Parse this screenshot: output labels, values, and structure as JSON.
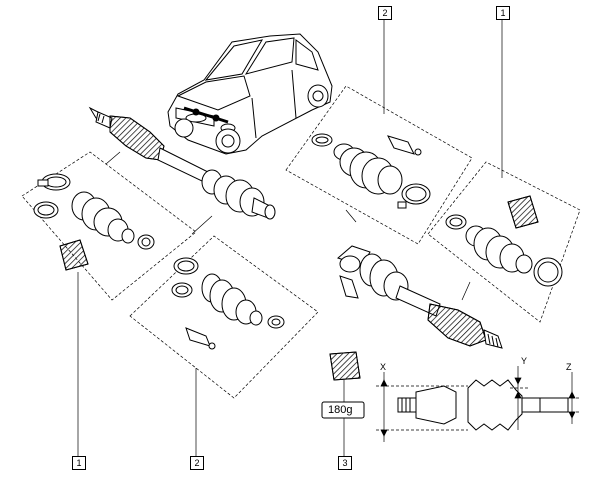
{
  "callouts": {
    "top_middle": "2",
    "top_right": "1",
    "bottom_left": "1",
    "bottom_middle": "2",
    "bottom_grease": "3"
  },
  "grease_weight": "180g",
  "dimensions": {
    "x": "X",
    "y": "Y",
    "z": "Z"
  }
}
